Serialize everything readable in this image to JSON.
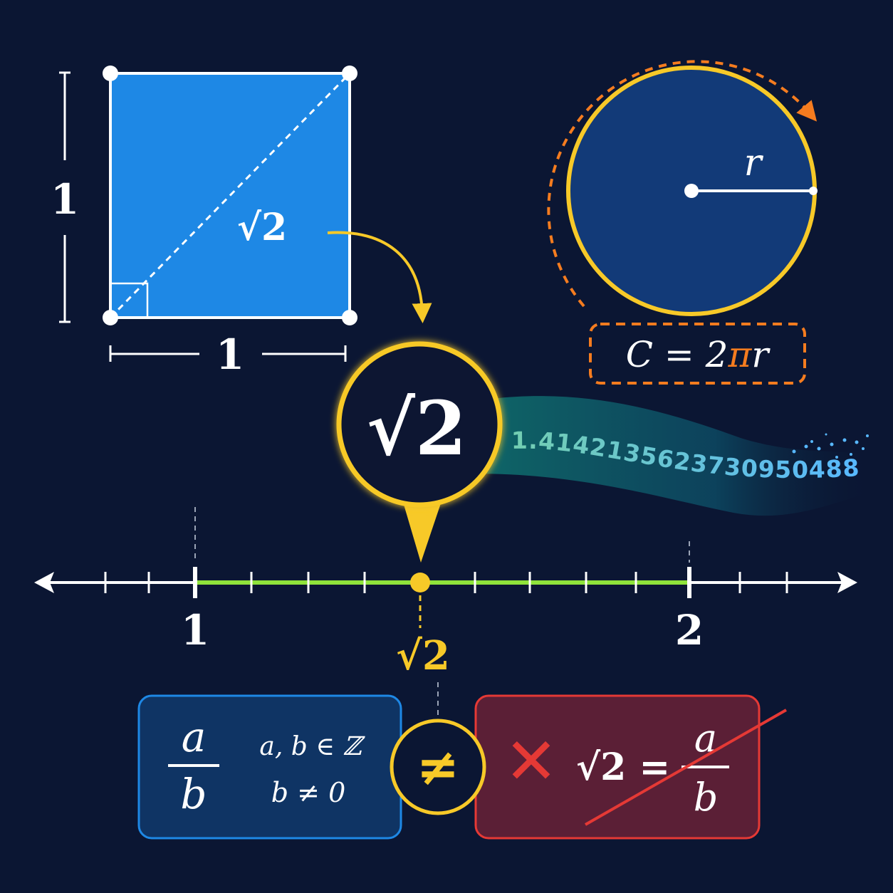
{
  "square": {
    "side_left": "1",
    "side_bottom": "1",
    "diagonal_label": "√2"
  },
  "circle": {
    "radius_label": "r",
    "formula": {
      "lhs": "C = 2",
      "pi": "π",
      "rhs": "r"
    }
  },
  "badge": {
    "label": "√2"
  },
  "decimal_expansion": "1.4142135623730950488...",
  "number_line": {
    "tick_1": "1",
    "tick_2": "2",
    "marker_label": "√2"
  },
  "rational_box": {
    "numerator": "a",
    "denominator": "b",
    "condition_1": "a, b ∈ ℤ",
    "condition_2": "b ≠ 0"
  },
  "not_equal_symbol": "≠",
  "false_claim": {
    "cross": "✕",
    "lhs": "√2 =",
    "numerator": "a",
    "denominator": "b"
  },
  "colors": {
    "background": "#0b1633",
    "square_fill": "#1e88e5",
    "circle_fill": "#123a78",
    "accent_yellow": "#f7c928",
    "accent_orange": "#f57c1f",
    "accent_green": "#8fe33b",
    "error_red": "#e53935"
  }
}
